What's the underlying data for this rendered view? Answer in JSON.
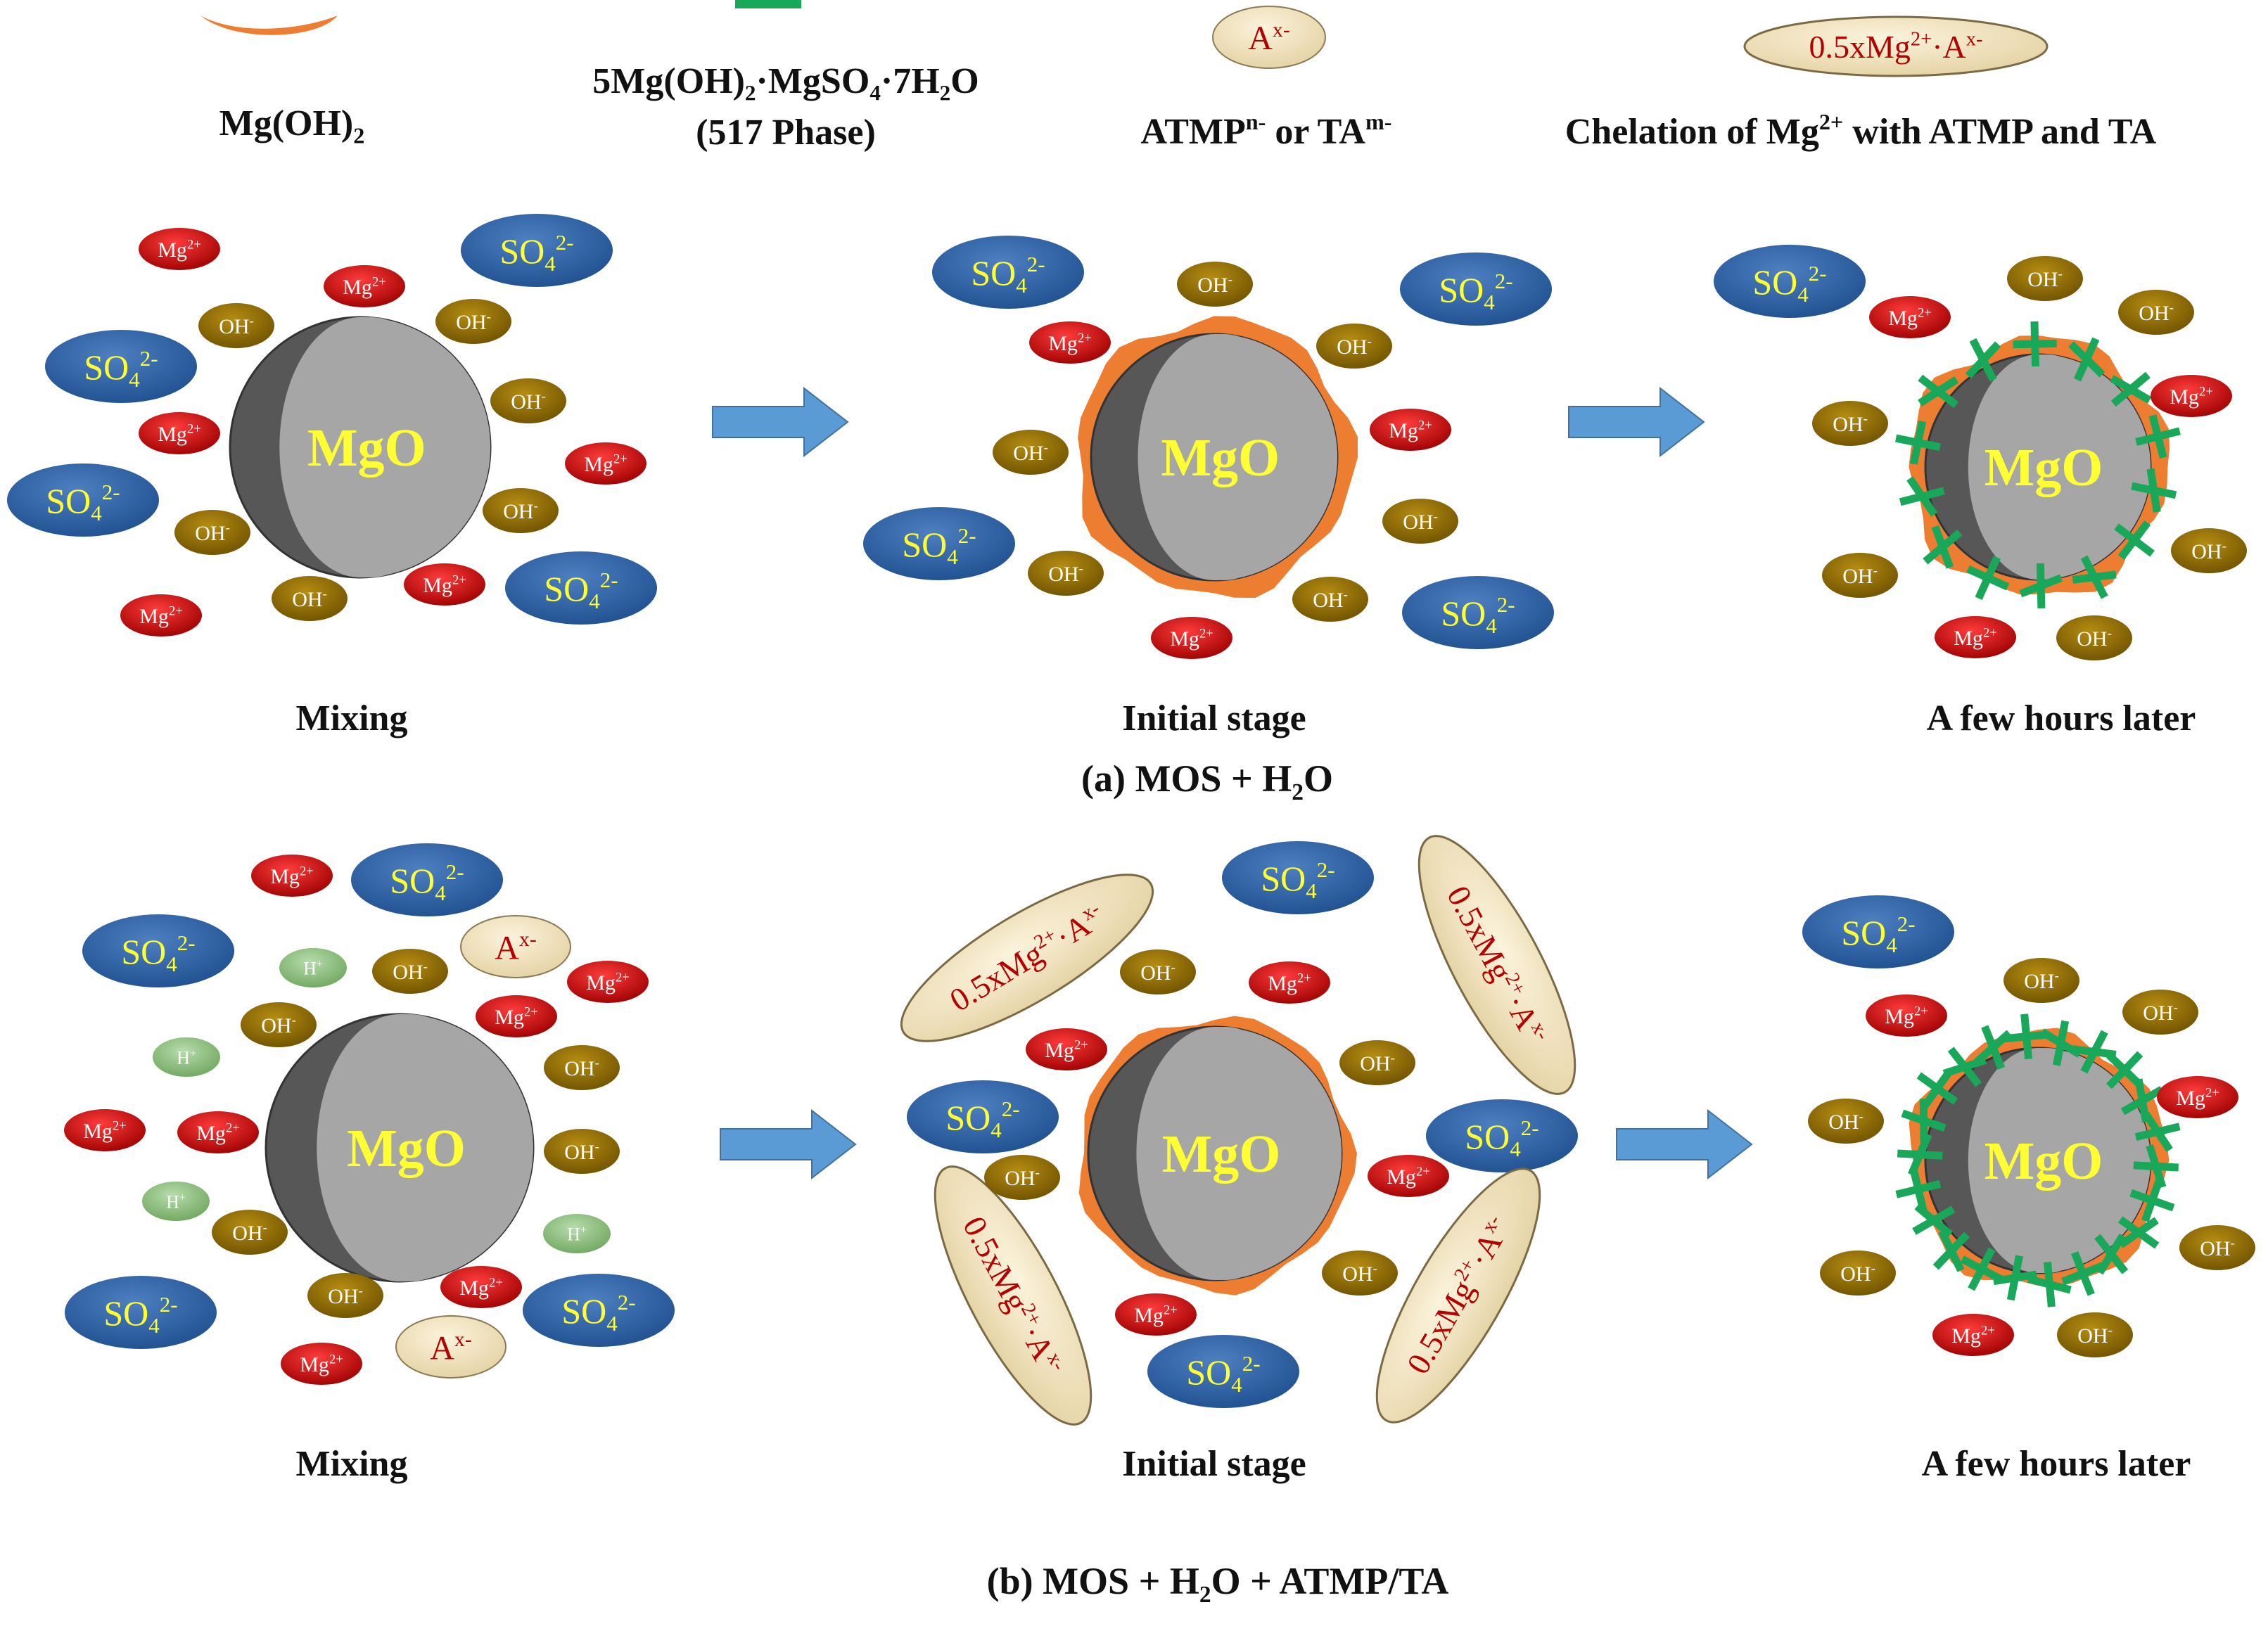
{
  "legend": {
    "mgoh2": "Mg(OH)",
    "mgoh2_sub": "2",
    "phase517_formula": "5Mg(OH)₂·MgSO₄·7H₂O",
    "phase517_name": "(517 Phase)",
    "anion_symbol": "A",
    "anion_charge": "x-",
    "anion_atmp": "ATMP",
    "anion_atmp_charge": "n-",
    "anion_or": " or TA",
    "anion_ta_charge": "m-",
    "chelate_prefix": "0.5xMg",
    "chelate_charge": "2+",
    "chelate_dot": "·A",
    "chelate_charge2": "x-",
    "chelation_text": "Chelation of Mg",
    "chelation_charge": "2+",
    "chelation_rest": " with ATMP and TA"
  },
  "species": {
    "mgo": "MgO",
    "sulfate": "SO",
    "sulfate_sub": "4",
    "sulfate_charge": "2-",
    "mg": "Mg",
    "mg_charge": "2+",
    "oh": "OH",
    "oh_charge": "-",
    "h": "H",
    "h_charge": "+",
    "anion": "A",
    "anion_charge": "x-"
  },
  "stages": {
    "mixing": "Mixing",
    "initial": "Initial stage",
    "later": "A few hours later"
  },
  "captions": {
    "a_prefix": "(a) MOS + H",
    "a_sub": "2",
    "a_suffix": "O",
    "b_prefix": "(b) MOS + H",
    "b_sub": "2",
    "b_suffix": "O + ATMP/TA"
  },
  "colors": {
    "sulfate": "#2f5f9e",
    "magnesium": "#c00000",
    "hydroxide": "#8c6a00",
    "proton": "#8fbf7f",
    "anion": "#f2e6c4",
    "mgoh2_layer": "#ed7d31",
    "phase517": "#19a85a",
    "mgo_label": "#ffff33",
    "arrow": "#5b9bd5"
  }
}
